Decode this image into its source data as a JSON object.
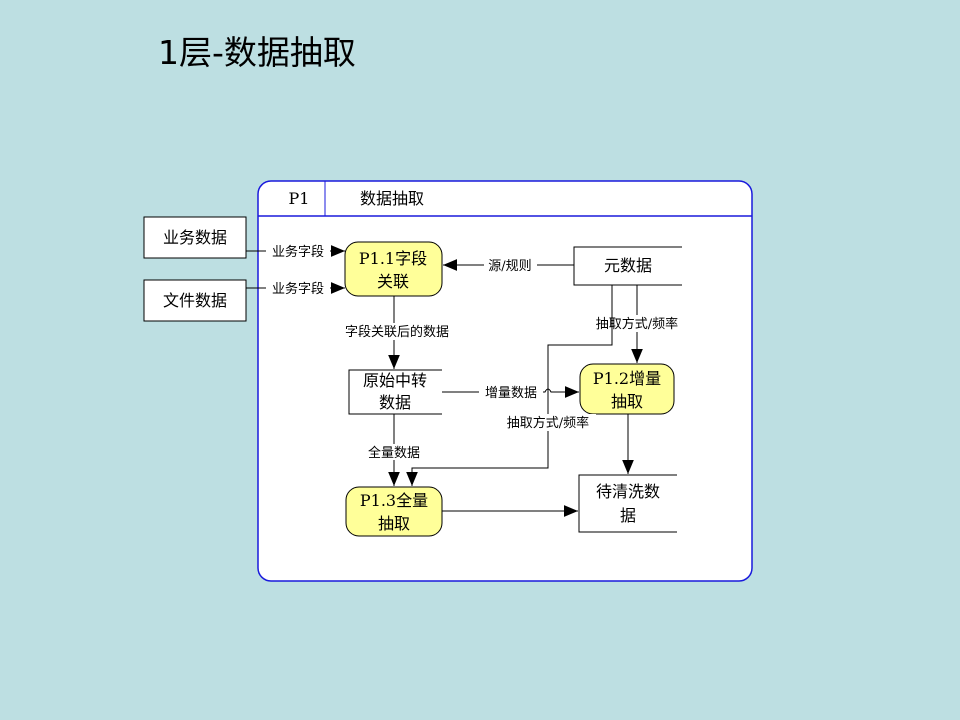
{
  "slide": {
    "title": "1层-数据抽取"
  },
  "diagram": {
    "frame": {
      "id": "P1",
      "name": "数据抽取"
    },
    "externals": [
      {
        "key": "business",
        "label": "业务数据"
      },
      {
        "key": "file",
        "label": "文件数据"
      }
    ],
    "processes": [
      {
        "key": "p11",
        "lines": [
          "P1.1字段",
          "关联"
        ]
      },
      {
        "key": "p12",
        "lines": [
          "P1.2增量",
          "抽取"
        ]
      },
      {
        "key": "p13",
        "lines": [
          "P1.3全量",
          "抽取"
        ]
      }
    ],
    "stores": [
      {
        "key": "meta",
        "lines": [
          "元数据"
        ]
      },
      {
        "key": "staging",
        "lines": [
          "原始中转",
          "数据"
        ]
      },
      {
        "key": "to_clean",
        "lines": [
          "待清洗数",
          "据"
        ]
      }
    ],
    "flows": {
      "business_to_p11": "业务字段",
      "file_to_p11": "业务字段",
      "meta_to_p11": "源/规则",
      "p11_to_staging": "字段关联后的数据",
      "staging_to_p12": "增量数据",
      "meta_to_p12": "抽取方式/频率",
      "meta_to_p13": "抽取方式/频率",
      "staging_to_p13": "全量数据"
    },
    "colors": {
      "frame_border": "#1a1adc",
      "process_fill": "#ffff99",
      "box_fill": "#ffffff",
      "line": "#000000",
      "background": "#bddfe2"
    }
  }
}
